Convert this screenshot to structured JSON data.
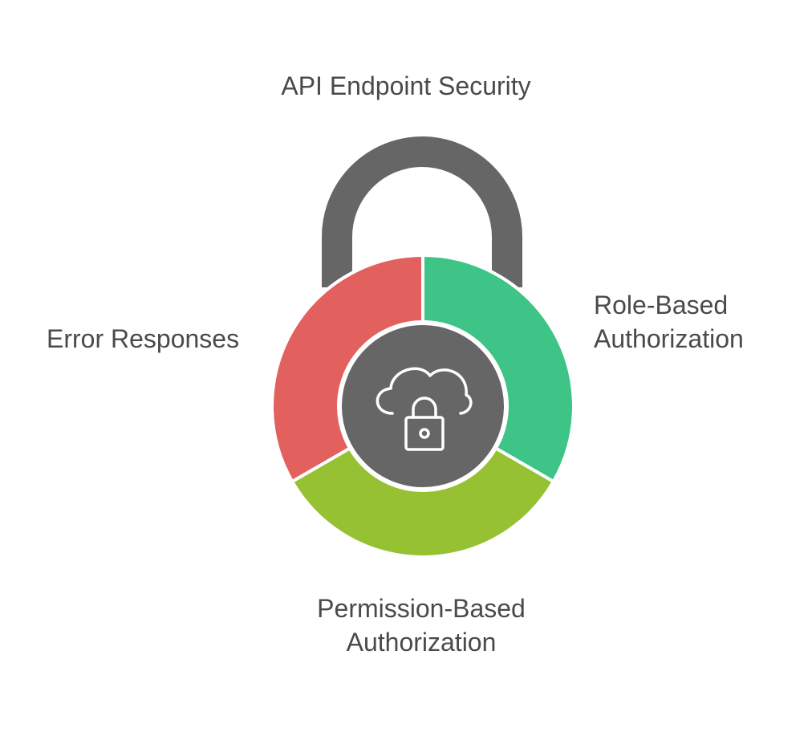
{
  "diagram": {
    "title": "API Endpoint Security",
    "segments": {
      "left": {
        "line1": "Error Responses",
        "color": "#e2605d"
      },
      "right": {
        "line1": "Role-Based",
        "line2": "Authorization",
        "color": "#3ec486"
      },
      "bottom": {
        "line1": "Permission-Based",
        "line2": "Authorization",
        "color": "#95c133"
      }
    },
    "colors": {
      "shackle": "#666666",
      "center": "#666666",
      "icon_stroke": "#ffffff",
      "text": "#4a4a4a"
    },
    "center_icon": "cloud-lock-icon"
  }
}
